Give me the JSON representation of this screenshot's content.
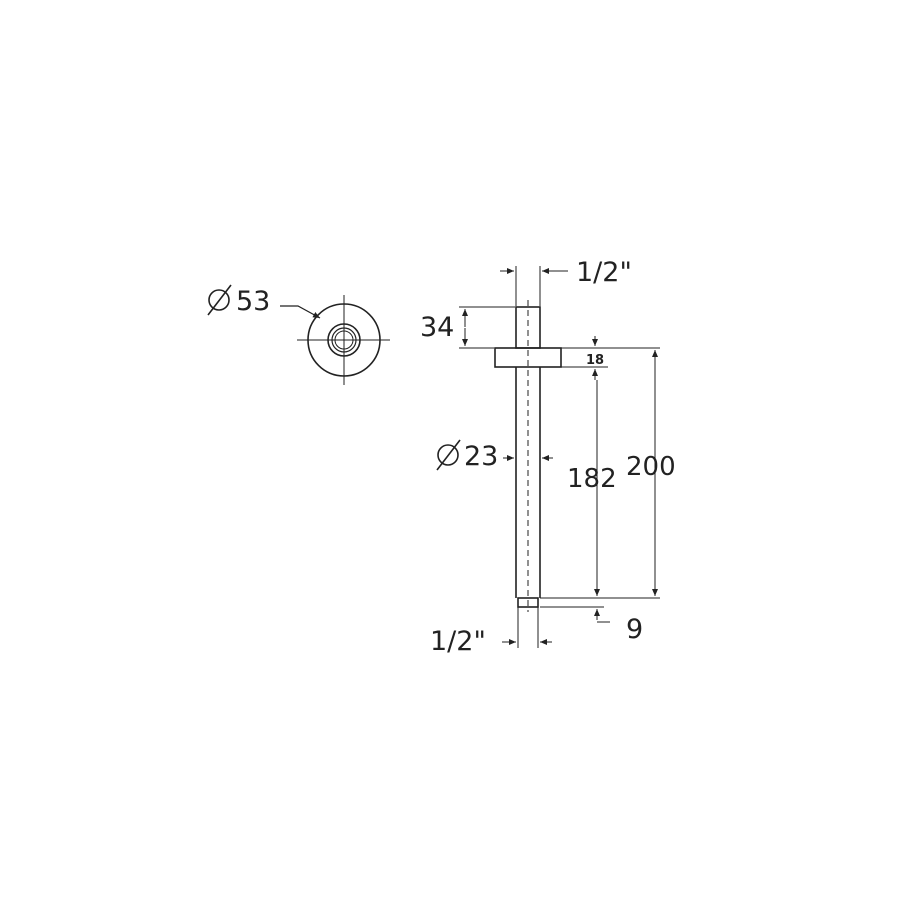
{
  "labels": {
    "flange_diameter": "53",
    "pipe_diameter": "23",
    "thread_top": "1/2\"",
    "thread_bottom": "1/2\"",
    "top_length": "34",
    "flange_thickness": "18",
    "pipe_length": "182",
    "total_length": "200",
    "bottom_length": "9"
  },
  "colors": {
    "line": "#222222",
    "background": "#ffffff"
  }
}
